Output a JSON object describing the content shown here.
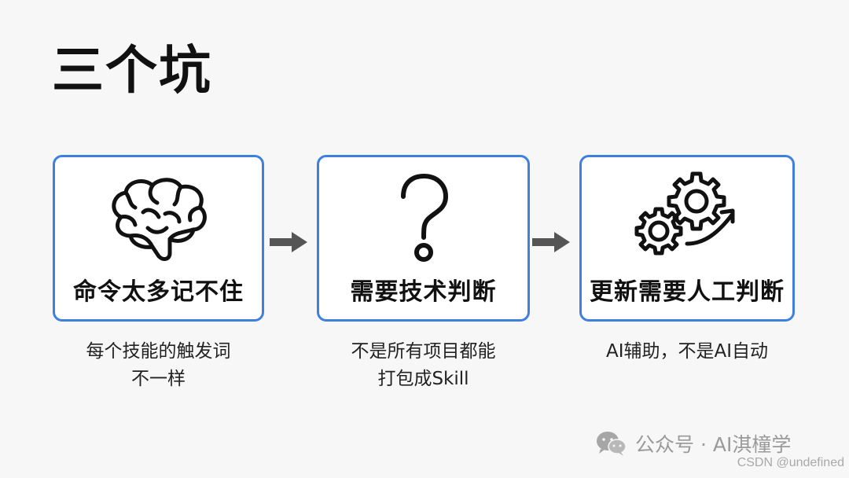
{
  "title": "三个坑",
  "accent_color": "#3f7fe0",
  "cards": [
    {
      "label": "命令太多记不住",
      "icon": "brain-icon",
      "caption_lines": [
        "每个技能的触发词",
        "不一样"
      ]
    },
    {
      "label": "需要技术判断",
      "icon": "question-mark-icon",
      "caption_lines": [
        "不是所有项目都能",
        "打包成Skill"
      ]
    },
    {
      "label": "更新需要人工判断",
      "icon": "gears-arrow-icon",
      "caption_lines": [
        "AI辅助，不是AI自动"
      ]
    }
  ],
  "watermark": {
    "text": "公众号 · AI淇橦学",
    "icon": "wechat-icon"
  },
  "credit": "CSDN @undefined"
}
